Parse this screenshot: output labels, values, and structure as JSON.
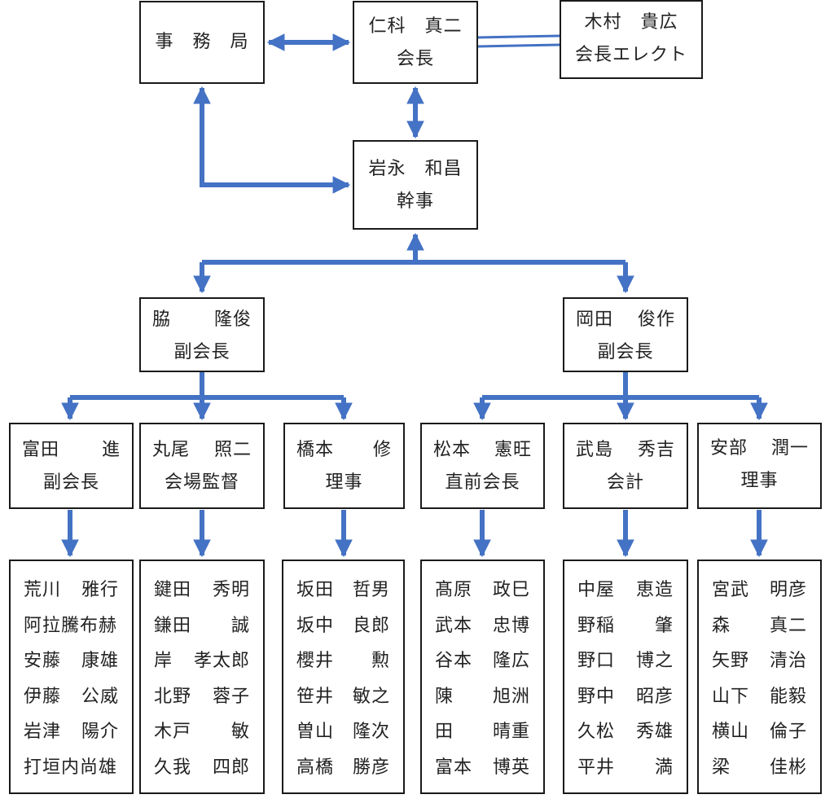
{
  "colors": {
    "arrow": "#4472c4",
    "border": "#1a1a1a"
  },
  "office": {
    "label": "事　務　局"
  },
  "president": {
    "name": "仁科　真二",
    "role": "会長"
  },
  "president_elect": {
    "name": "木村　貴広",
    "role": "会長エレクト"
  },
  "secretary": {
    "name": "岩永　和昌",
    "role": "幹事"
  },
  "vp_left": {
    "last": "脇",
    "first": "隆俊",
    "role": "副会長"
  },
  "vp_right": {
    "last": "岡田",
    "first": "俊作",
    "role": "副会長"
  },
  "officers": [
    {
      "last": "富田",
      "first": "進",
      "role": "副会長"
    },
    {
      "last": "丸尾",
      "first": "照二",
      "role": "会場監督"
    },
    {
      "last": "橋本",
      "first": "修",
      "role": "理事"
    },
    {
      "last": "松本",
      "first": "憲旺",
      "role": "直前会長"
    },
    {
      "last": "武島",
      "first": "秀吉",
      "role": "会計"
    },
    {
      "last": "安部",
      "first": "潤一",
      "role": "理事"
    }
  ],
  "member_groups": [
    [
      {
        "last": "荒川",
        "first": "雅行"
      },
      {
        "last": "阿拉騰布赫",
        "first": ""
      },
      {
        "last": "安藤",
        "first": "康雄"
      },
      {
        "last": "伊藤",
        "first": "公威"
      },
      {
        "last": "岩津",
        "first": "陽介"
      },
      {
        "last": "打垣内尚雄",
        "first": ""
      }
    ],
    [
      {
        "last": "鍵田",
        "first": "秀明"
      },
      {
        "last": "鎌田",
        "first": "誠"
      },
      {
        "last": "岸",
        "first": "孝太郎"
      },
      {
        "last": "北野",
        "first": "蓉子"
      },
      {
        "last": "木戸",
        "first": "敏"
      },
      {
        "last": "久我",
        "first": "四郎"
      }
    ],
    [
      {
        "last": "坂田",
        "first": "哲男"
      },
      {
        "last": "坂中",
        "first": "良郎"
      },
      {
        "last": "櫻井",
        "first": "勲"
      },
      {
        "last": "笹井",
        "first": "敏之"
      },
      {
        "last": "曽山",
        "first": "隆次"
      },
      {
        "last": "高橋",
        "first": "勝彦"
      }
    ],
    [
      {
        "last": "髙原",
        "first": "政巳"
      },
      {
        "last": "武本",
        "first": "忠博"
      },
      {
        "last": "谷本",
        "first": "隆広"
      },
      {
        "last": "陳",
        "first": "旭洲"
      },
      {
        "last": "田",
        "first": "晴重"
      },
      {
        "last": "富本",
        "first": "博英"
      }
    ],
    [
      {
        "last": "中屋",
        "first": "恵造"
      },
      {
        "last": "野稲",
        "first": "肇"
      },
      {
        "last": "野口",
        "first": "博之"
      },
      {
        "last": "野中",
        "first": "昭彦"
      },
      {
        "last": "久松",
        "first": "秀雄"
      },
      {
        "last": "平井",
        "first": "満"
      }
    ],
    [
      {
        "last": "宮武",
        "first": "明彦"
      },
      {
        "last": "森",
        "first": "真二"
      },
      {
        "last": "矢野",
        "first": "清治"
      },
      {
        "last": "山下",
        "first": "能毅"
      },
      {
        "last": "横山",
        "first": "倫子"
      },
      {
        "last": "梁",
        "first": "佳彬"
      }
    ]
  ]
}
